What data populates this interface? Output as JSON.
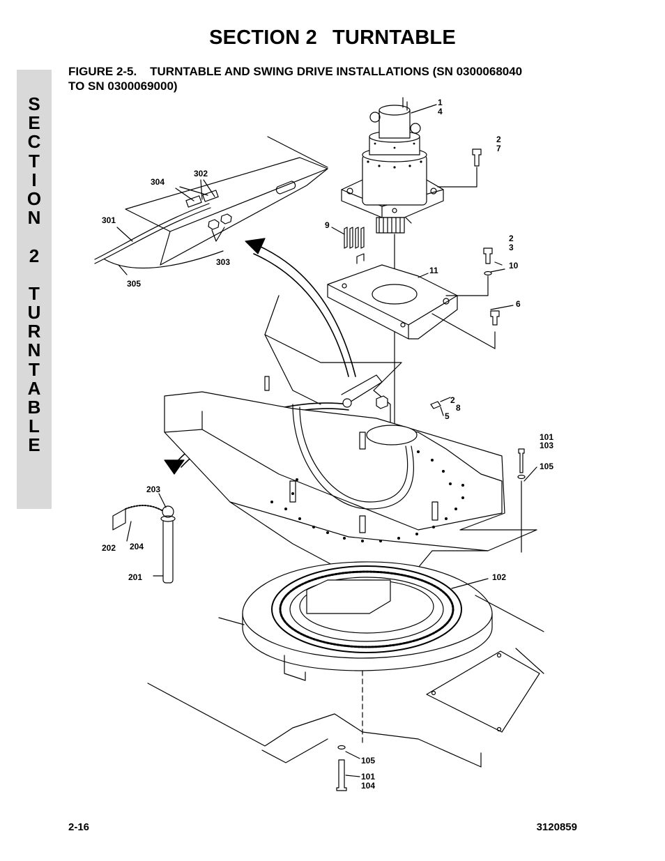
{
  "header": {
    "section": "SECTION 2",
    "title": "TURNTABLE"
  },
  "figure": {
    "line1": "FIGURE 2-5.    TURNTABLE AND SWING DRIVE INSTALLATIONS (SN 0300068040",
    "line2": "TO SN 0300069000)"
  },
  "side_tab": [
    "S",
    "E",
    "C",
    "T",
    "I",
    "O",
    "N",
    "",
    "2",
    "",
    "T",
    "U",
    "R",
    "N",
    "T",
    "A",
    "B",
    "L",
    "E"
  ],
  "callouts": {
    "c1": "1",
    "c4": "4",
    "c2a": "2",
    "c7": "7",
    "c9": "9",
    "c2b": "2",
    "c3": "3",
    "c10": "10",
    "c11": "11",
    "c6": "6",
    "c2c": "2",
    "c8": "8",
    "c5": "5",
    "c101a": "101",
    "c103": "103",
    "c105a": "105",
    "c102": "102",
    "c105b": "105",
    "c101b": "101",
    "c104": "104",
    "c304": "304",
    "c302": "302",
    "c301": "301",
    "c303": "303",
    "c305": "305",
    "c203": "203",
    "c202": "202",
    "c204": "204",
    "c201": "201"
  },
  "footer": {
    "page": "2-16",
    "doc_number": "3120859"
  }
}
